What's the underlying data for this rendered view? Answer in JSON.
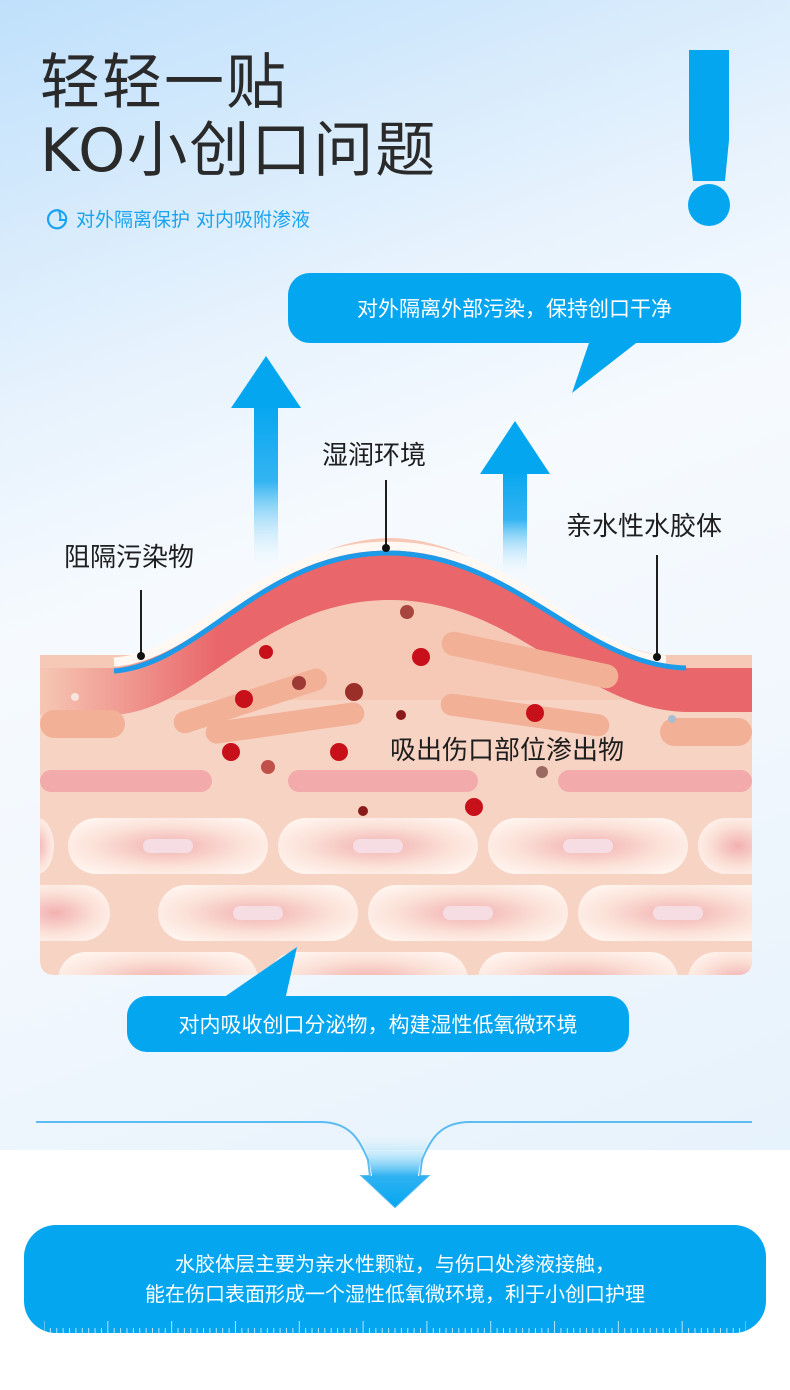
{
  "header": {
    "title_line1": "轻轻一贴",
    "title_line2": "KO小创口问题",
    "subtitle": "对外隔离保护 对内吸附渗液",
    "subtitle_icon": "bandage-peel-icon",
    "accent_icon": "exclamation-icon"
  },
  "callouts": {
    "top": "对外隔离外部污染，保持创口干净",
    "middle": "对内吸收创口分泌物，构建湿性低氧微环境",
    "bottom_line1": "水胶体层主要为亲水性颗粒，与伤口处渗液接触，",
    "bottom_line2": "能在伤口表面形成一个湿性低氧微环境，利于小创口护理"
  },
  "diagram_labels": {
    "block_contaminants": "阻隔污染物",
    "moist_environment": "湿润环境",
    "hydrocolloid": "亲水性水胶体",
    "absorb_exudate": "吸出伤口部位渗出物"
  },
  "colors": {
    "accent_blue": "#05a6f0",
    "title_text": "#2a2a2a",
    "skin_red": "#e9666a",
    "skin_base": "#f6c7b4",
    "exudate_red": "#c8101a"
  }
}
